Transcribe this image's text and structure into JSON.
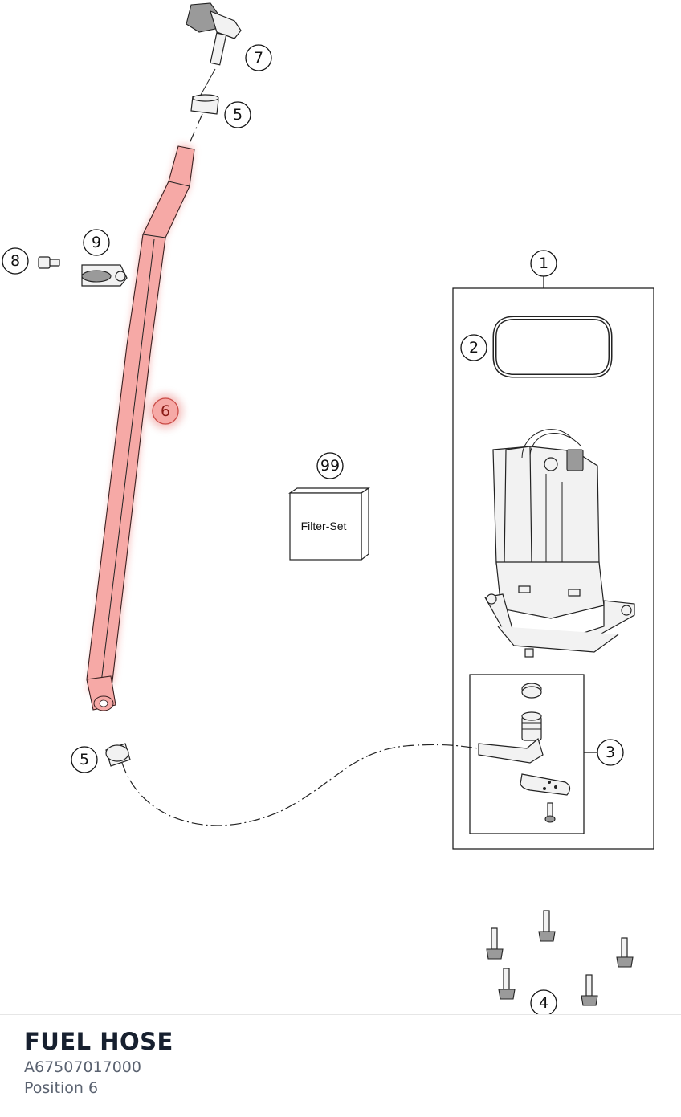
{
  "diagram": {
    "callouts": {
      "c1": "1",
      "c2": "2",
      "c3": "3",
      "c4": "4",
      "c5a": "5",
      "c5b": "5",
      "c6": "6",
      "c7": "7",
      "c8": "8",
      "c9": "9",
      "c99": "99"
    },
    "filter_set_label": "Filter-Set",
    "highlight_color": "#f6a9a6"
  },
  "part_info": {
    "name": "FUEL HOSE",
    "number": "A67507017000",
    "position": "Position 6"
  }
}
